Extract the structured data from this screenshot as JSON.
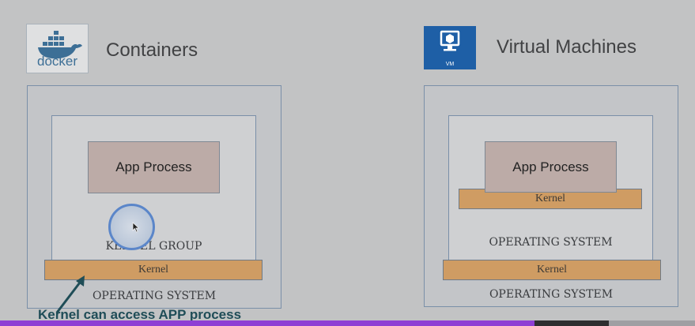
{
  "left": {
    "logo_text": "docker",
    "title": "Containers",
    "app_label": "App Process",
    "group_label": "KERNEL GROUP",
    "kernel_label": "Kernel",
    "os_label": "OPERATING SYSTEM",
    "annotation": "Kernel can access APP process"
  },
  "right": {
    "logo_text": "VM",
    "title": "Virtual Machines",
    "app_label": "App Process",
    "inner_kernel_label": "Kernel",
    "inner_os_label": "OPERATING SYSTEM",
    "kernel_label": "Kernel",
    "os_label": "OPERATING SYSTEM"
  },
  "colors": {
    "background": "#c2c3c4",
    "kernel": "#cf9c63",
    "app_process": "#bcaba7",
    "annotation": "#1f4d57",
    "progress_bar": "#8e3fd4"
  },
  "icons": {
    "left_logo": "docker-whale-icon",
    "right_logo": "vm-monitor-icon",
    "cursor": "mouse-cursor-icon"
  }
}
